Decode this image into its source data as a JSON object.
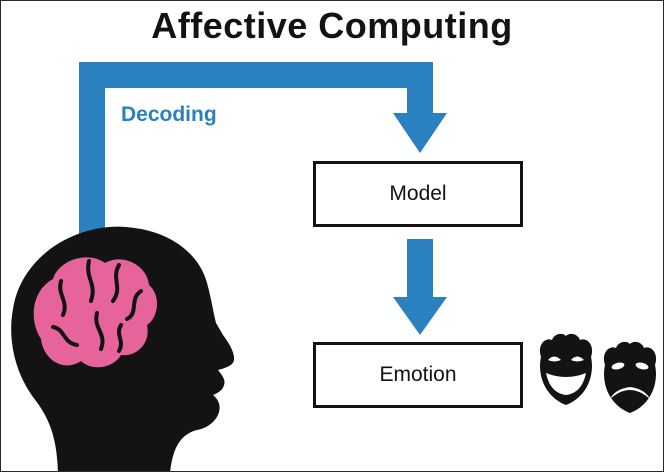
{
  "diagram": {
    "title": "Affective Computing",
    "arrow_label": "Decoding",
    "boxes": {
      "model": "Model",
      "emotion": "Emotion"
    },
    "icons": {
      "left_figure": "head-with-brain-icon",
      "right_figure": "theater-masks-icon"
    },
    "colors": {
      "arrow_blue": "#2b80c0",
      "brain_pink": "#e7639b",
      "ink": "#131313",
      "background": "#ffffff"
    }
  }
}
